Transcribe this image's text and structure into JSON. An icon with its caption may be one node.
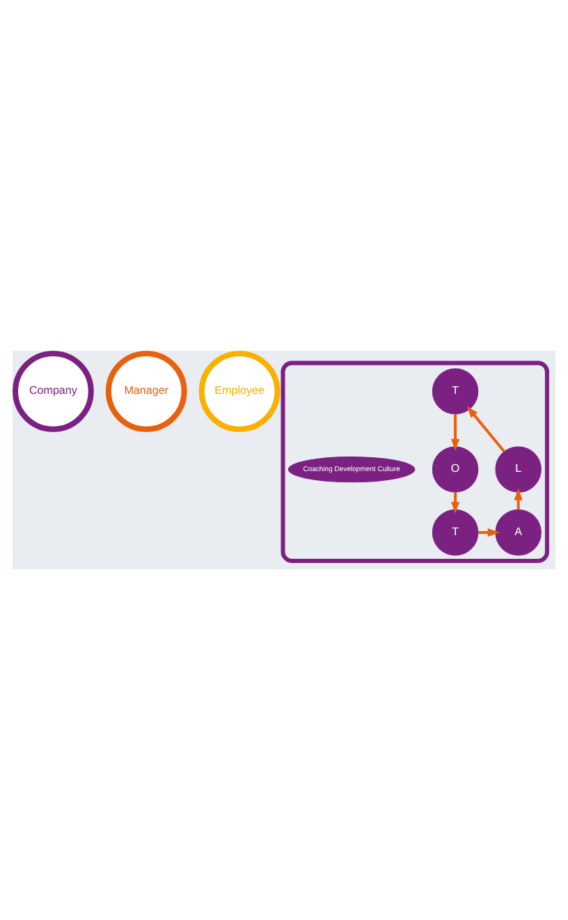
{
  "diagram": {
    "nodes": [
      {
        "text": [
          "Company"
        ]
      },
      {
        "text": [
          "Manager"
        ]
      },
      {
        "text": [
          "Employee"
        ]
      },
      {
        "text": [],
        "shape": "box"
      },
      {
        "text": [
          "T"
        ],
        "in": 3
      },
      {
        "text": [
          "L"
        ],
        "in": 3
      },
      {
        "text": [
          "Coaching Development Culture"
        ],
        "in": 3
      },
      {
        "text": [
          "O"
        ],
        "in": 3
      },
      {
        "text": [
          "A"
        ],
        "in": 3
      },
      {
        "text": [
          "T"
        ],
        "in": 3
      }
    ],
    "edges": [
      {
        "from": 4,
        "to": 7,
        "arrow": "to"
      },
      {
        "from": 7,
        "to": 9,
        "arrow": "to"
      },
      {
        "from": 9,
        "to": 8,
        "arrow": "to"
      },
      {
        "from": 8,
        "to": 5,
        "arrow": "to"
      },
      {
        "from": 5,
        "to": 4,
        "arrow": "to"
      }
    ]
  }
}
